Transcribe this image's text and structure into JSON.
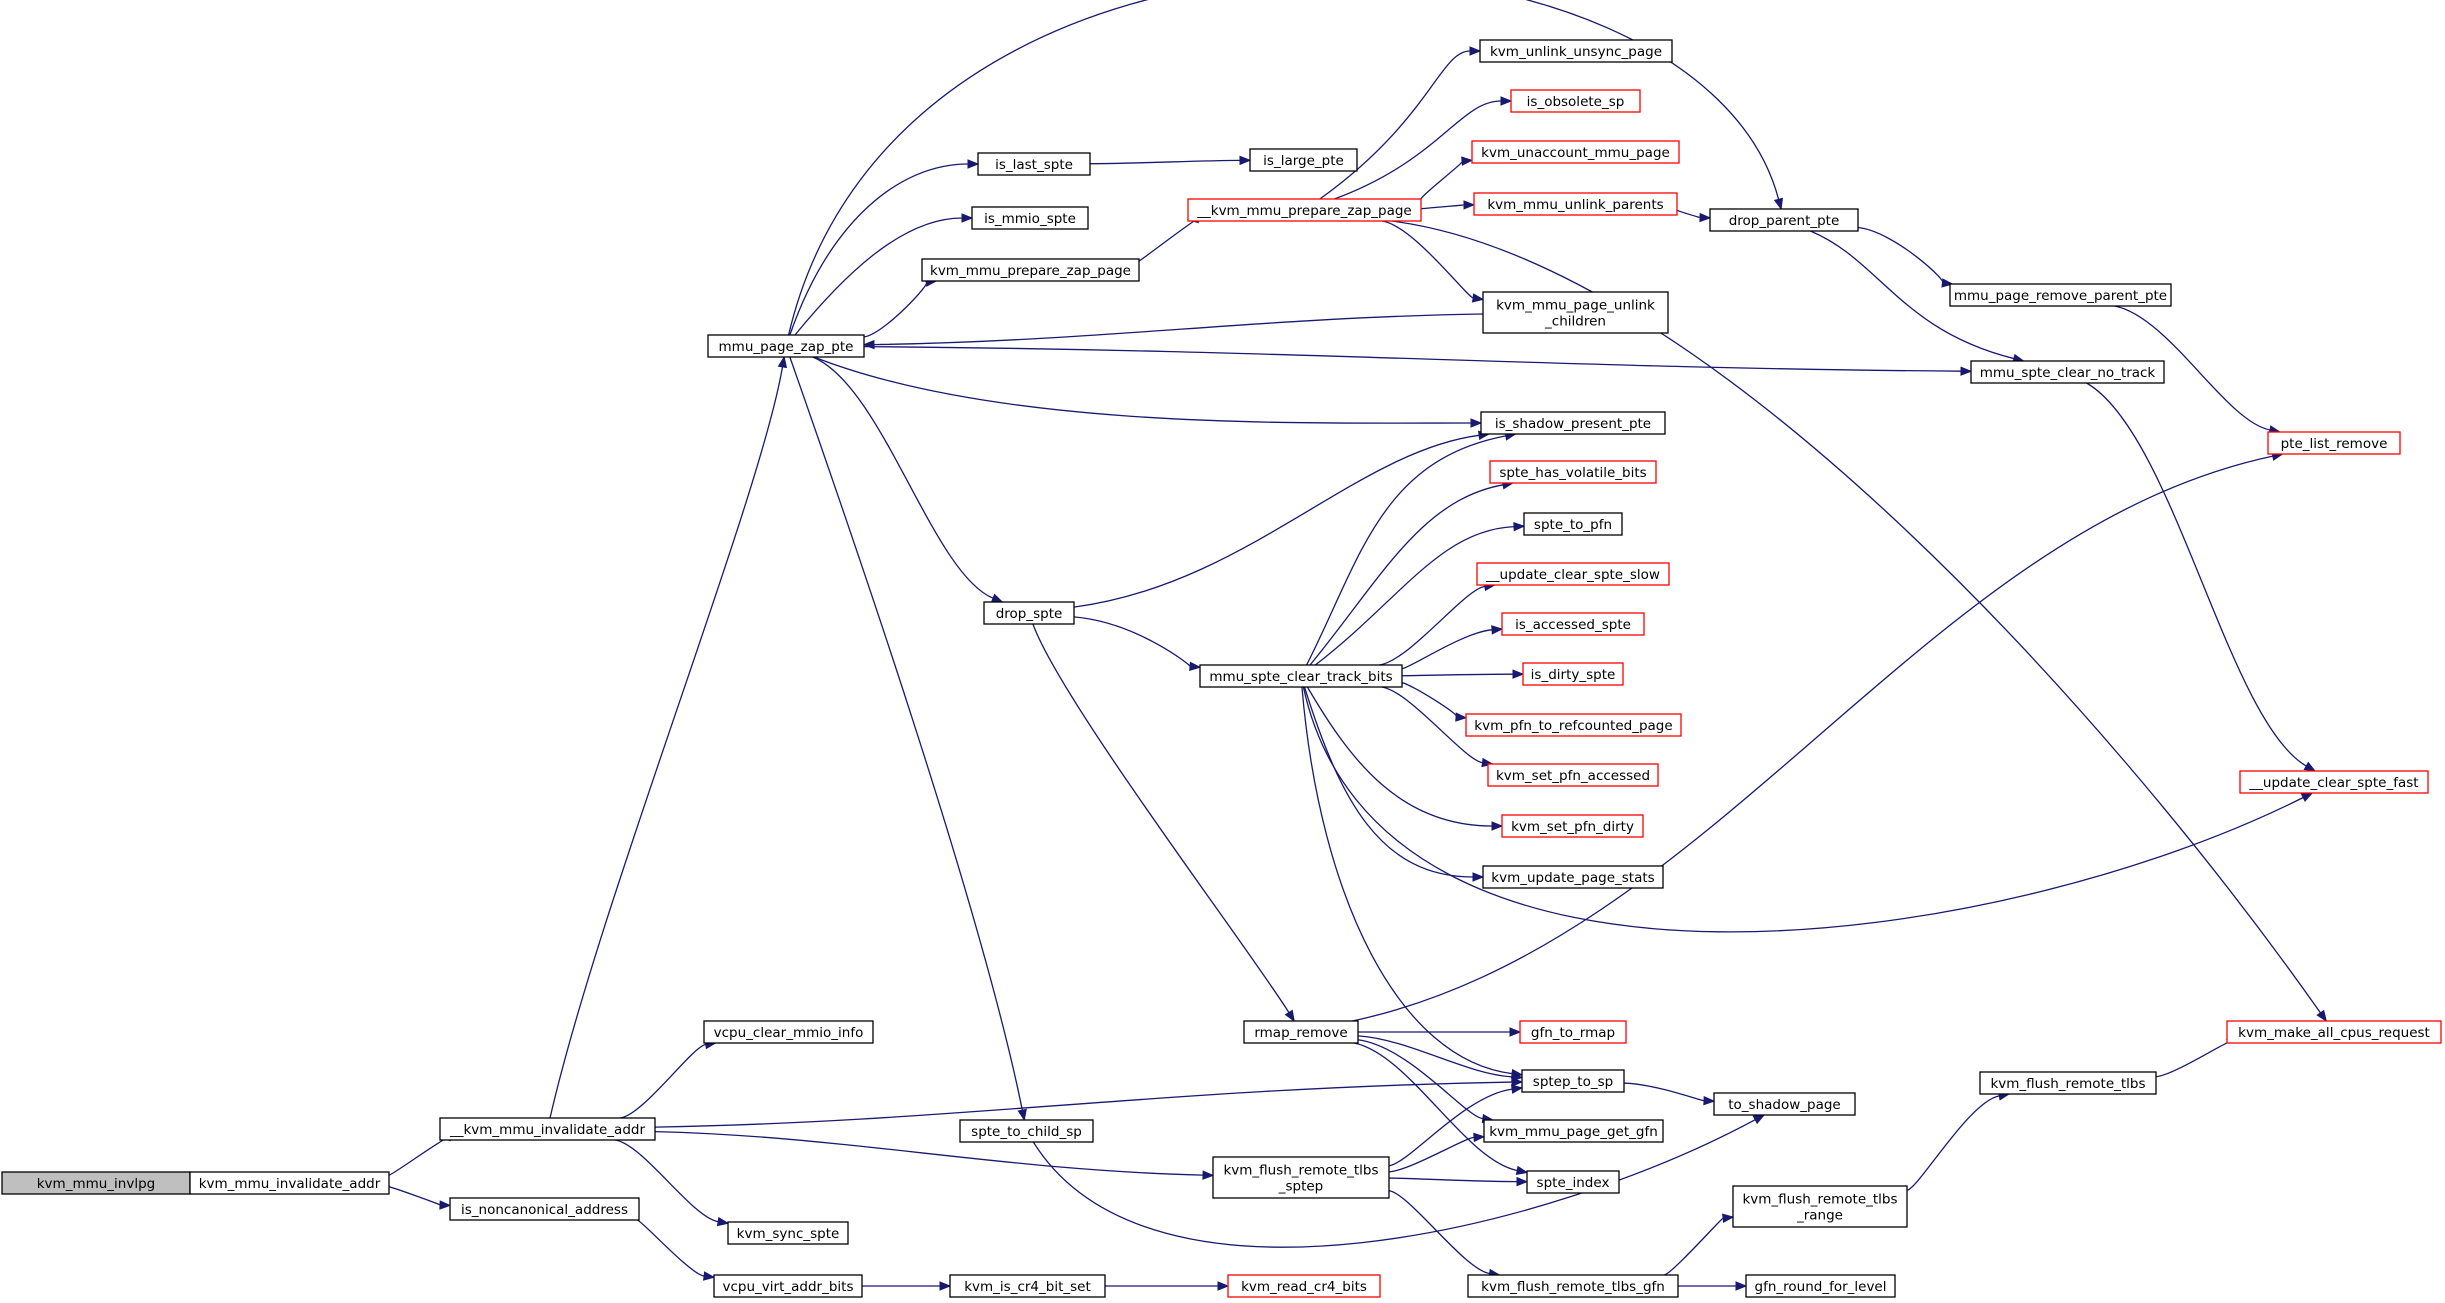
{
  "nodes": [
    {
      "id": "kvm_mmu_invlpg",
      "lines": [
        "kvm_mmu_invlpg"
      ],
      "style": "root"
    },
    {
      "id": "kvm_mmu_invalidate_addr",
      "lines": [
        "kvm_mmu_invalidate_addr"
      ],
      "style": "black"
    },
    {
      "id": "__kvm_mmu_invalidate_addr",
      "lines": [
        "__kvm_mmu_invalidate_addr"
      ],
      "style": "black"
    },
    {
      "id": "is_noncanonical_address",
      "lines": [
        "is_noncanonical_address"
      ],
      "style": "black"
    },
    {
      "id": "vcpu_virt_addr_bits",
      "lines": [
        "vcpu_virt_addr_bits"
      ],
      "style": "black"
    },
    {
      "id": "kvm_is_cr4_bit_set",
      "lines": [
        "kvm_is_cr4_bit_set"
      ],
      "style": "black"
    },
    {
      "id": "kvm_read_cr4_bits",
      "lines": [
        "kvm_read_cr4_bits"
      ],
      "style": "red"
    },
    {
      "id": "vcpu_clear_mmio_info",
      "lines": [
        "vcpu_clear_mmio_info"
      ],
      "style": "black"
    },
    {
      "id": "kvm_sync_spte",
      "lines": [
        "kvm_sync_spte"
      ],
      "style": "black"
    },
    {
      "id": "mmu_page_zap_pte",
      "lines": [
        "mmu_page_zap_pte"
      ],
      "style": "black"
    },
    {
      "id": "is_last_spte",
      "lines": [
        "is_last_spte"
      ],
      "style": "black"
    },
    {
      "id": "is_large_pte",
      "lines": [
        "is_large_pte"
      ],
      "style": "black"
    },
    {
      "id": "is_mmio_spte",
      "lines": [
        "is_mmio_spte"
      ],
      "style": "black"
    },
    {
      "id": "kvm_mmu_prepare_zap_page",
      "lines": [
        "kvm_mmu_prepare_zap_page"
      ],
      "style": "black"
    },
    {
      "id": "__kvm_mmu_prepare_zap_page",
      "lines": [
        "__kvm_mmu_prepare_zap_page"
      ],
      "style": "red"
    },
    {
      "id": "kvm_unlink_unsync_page",
      "lines": [
        "kvm_unlink_unsync_page"
      ],
      "style": "black"
    },
    {
      "id": "is_obsolete_sp",
      "lines": [
        "is_obsolete_sp"
      ],
      "style": "red"
    },
    {
      "id": "kvm_unaccount_mmu_page",
      "lines": [
        "kvm_unaccount_mmu_page"
      ],
      "style": "red"
    },
    {
      "id": "kvm_mmu_unlink_parents",
      "lines": [
        "kvm_mmu_unlink_parents"
      ],
      "style": "red"
    },
    {
      "id": "kvm_mmu_page_unlink_children",
      "lines": [
        "kvm_mmu_page_unlink",
        "_children"
      ],
      "style": "black"
    },
    {
      "id": "drop_parent_pte",
      "lines": [
        "drop_parent_pte"
      ],
      "style": "black"
    },
    {
      "id": "mmu_page_remove_parent_pte",
      "lines": [
        "mmu_page_remove_parent_pte"
      ],
      "style": "black"
    },
    {
      "id": "mmu_spte_clear_no_track",
      "lines": [
        "mmu_spte_clear_no_track"
      ],
      "style": "black"
    },
    {
      "id": "pte_list_remove",
      "lines": [
        "pte_list_remove"
      ],
      "style": "red"
    },
    {
      "id": "__update_clear_spte_fast",
      "lines": [
        "__update_clear_spte_fast"
      ],
      "style": "red"
    },
    {
      "id": "kvm_make_all_cpus_request",
      "lines": [
        "kvm_make_all_cpus_request"
      ],
      "style": "red"
    },
    {
      "id": "is_shadow_present_pte",
      "lines": [
        "is_shadow_present_pte"
      ],
      "style": "black"
    },
    {
      "id": "spte_has_volatile_bits",
      "lines": [
        "spte_has_volatile_bits"
      ],
      "style": "red"
    },
    {
      "id": "spte_to_pfn",
      "lines": [
        "spte_to_pfn"
      ],
      "style": "black"
    },
    {
      "id": "__update_clear_spte_slow",
      "lines": [
        "__update_clear_spte_slow"
      ],
      "style": "red"
    },
    {
      "id": "is_accessed_spte",
      "lines": [
        "is_accessed_spte"
      ],
      "style": "red"
    },
    {
      "id": "is_dirty_spte",
      "lines": [
        "is_dirty_spte"
      ],
      "style": "red"
    },
    {
      "id": "kvm_pfn_to_refcounted_page",
      "lines": [
        "kvm_pfn_to_refcounted_page"
      ],
      "style": "red"
    },
    {
      "id": "kvm_set_pfn_accessed",
      "lines": [
        "kvm_set_pfn_accessed"
      ],
      "style": "red"
    },
    {
      "id": "kvm_set_pfn_dirty",
      "lines": [
        "kvm_set_pfn_dirty"
      ],
      "style": "red"
    },
    {
      "id": "kvm_update_page_stats",
      "lines": [
        "kvm_update_page_stats"
      ],
      "style": "black"
    },
    {
      "id": "drop_spte",
      "lines": [
        "drop_spte"
      ],
      "style": "black"
    },
    {
      "id": "mmu_spte_clear_track_bits",
      "lines": [
        "mmu_spte_clear_track_bits"
      ],
      "style": "black"
    },
    {
      "id": "rmap_remove",
      "lines": [
        "rmap_remove"
      ],
      "style": "black"
    },
    {
      "id": "gfn_to_rmap",
      "lines": [
        "gfn_to_rmap"
      ],
      "style": "red"
    },
    {
      "id": "sptep_to_sp",
      "lines": [
        "sptep_to_sp"
      ],
      "style": "black"
    },
    {
      "id": "to_shadow_page",
      "lines": [
        "to_shadow_page"
      ],
      "style": "black"
    },
    {
      "id": "kvm_mmu_page_get_gfn",
      "lines": [
        "kvm_mmu_page_get_gfn"
      ],
      "style": "black"
    },
    {
      "id": "spte_index",
      "lines": [
        "spte_index"
      ],
      "style": "black"
    },
    {
      "id": "spte_to_child_sp",
      "lines": [
        "spte_to_child_sp"
      ],
      "style": "black"
    },
    {
      "id": "kvm_flush_remote_tlbs_sptep",
      "lines": [
        "kvm_flush_remote_tlbs",
        "_sptep"
      ],
      "style": "black"
    },
    {
      "id": "kvm_flush_remote_tlbs_gfn",
      "lines": [
        "kvm_flush_remote_tlbs_gfn"
      ],
      "style": "black"
    },
    {
      "id": "kvm_flush_remote_tlbs_range",
      "lines": [
        "kvm_flush_remote_tlbs",
        "_range"
      ],
      "style": "black"
    },
    {
      "id": "gfn_round_for_level",
      "lines": [
        "gfn_round_for_level"
      ],
      "style": "black"
    },
    {
      "id": "kvm_flush_remote_tlbs",
      "lines": [
        "kvm_flush_remote_tlbs"
      ],
      "style": "black"
    }
  ],
  "edges": [
    [
      "kvm_mmu_invlpg",
      "kvm_mmu_invalidate_addr"
    ],
    [
      "kvm_mmu_invalidate_addr",
      "__kvm_mmu_invalidate_addr"
    ],
    [
      "kvm_mmu_invalidate_addr",
      "is_noncanonical_address"
    ],
    [
      "__kvm_mmu_invalidate_addr",
      "mmu_page_zap_pte"
    ],
    [
      "__kvm_mmu_invalidate_addr",
      "vcpu_clear_mmio_info"
    ],
    [
      "__kvm_mmu_invalidate_addr",
      "sptep_to_sp"
    ],
    [
      "__kvm_mmu_invalidate_addr",
      "kvm_flush_remote_tlbs_sptep"
    ],
    [
      "__kvm_mmu_invalidate_addr",
      "kvm_sync_spte"
    ],
    [
      "is_noncanonical_address",
      "vcpu_virt_addr_bits"
    ],
    [
      "vcpu_virt_addr_bits",
      "kvm_is_cr4_bit_set"
    ],
    [
      "kvm_is_cr4_bit_set",
      "kvm_read_cr4_bits"
    ],
    [
      "mmu_page_zap_pte",
      "drop_parent_pte"
    ],
    [
      "mmu_page_zap_pte",
      "is_last_spte"
    ],
    [
      "mmu_page_zap_pte",
      "is_mmio_spte"
    ],
    [
      "mmu_page_zap_pte",
      "kvm_mmu_prepare_zap_page"
    ],
    [
      "mmu_page_zap_pte",
      "mmu_spte_clear_no_track"
    ],
    [
      "mmu_page_zap_pte",
      "is_shadow_present_pte"
    ],
    [
      "mmu_page_zap_pte",
      "drop_spte"
    ],
    [
      "mmu_page_zap_pte",
      "spte_to_child_sp"
    ],
    [
      "is_last_spte",
      "is_large_pte"
    ],
    [
      "kvm_mmu_prepare_zap_page",
      "__kvm_mmu_prepare_zap_page"
    ],
    [
      "__kvm_mmu_prepare_zap_page",
      "kvm_unlink_unsync_page"
    ],
    [
      "__kvm_mmu_prepare_zap_page",
      "is_obsolete_sp"
    ],
    [
      "__kvm_mmu_prepare_zap_page",
      "kvm_unaccount_mmu_page"
    ],
    [
      "__kvm_mmu_prepare_zap_page",
      "kvm_mmu_unlink_parents"
    ],
    [
      "__kvm_mmu_prepare_zap_page",
      "kvm_mmu_page_unlink_children"
    ],
    [
      "__kvm_mmu_prepare_zap_page",
      "kvm_make_all_cpus_request"
    ],
    [
      "kvm_mmu_unlink_parents",
      "drop_parent_pte"
    ],
    [
      "kvm_mmu_page_unlink_children",
      "mmu_page_zap_pte"
    ],
    [
      "drop_parent_pte",
      "mmu_page_remove_parent_pte"
    ],
    [
      "drop_parent_pte",
      "mmu_spte_clear_no_track"
    ],
    [
      "mmu_page_remove_parent_pte",
      "pte_list_remove"
    ],
    [
      "mmu_spte_clear_no_track",
      "__update_clear_spte_fast"
    ],
    [
      "drop_spte",
      "is_shadow_present_pte"
    ],
    [
      "drop_spte",
      "mmu_spte_clear_track_bits"
    ],
    [
      "drop_spte",
      "rmap_remove"
    ],
    [
      "mmu_spte_clear_track_bits",
      "is_shadow_present_pte"
    ],
    [
      "mmu_spte_clear_track_bits",
      "spte_has_volatile_bits"
    ],
    [
      "mmu_spte_clear_track_bits",
      "spte_to_pfn"
    ],
    [
      "mmu_spte_clear_track_bits",
      "__update_clear_spte_slow"
    ],
    [
      "mmu_spte_clear_track_bits",
      "is_accessed_spte"
    ],
    [
      "mmu_spte_clear_track_bits",
      "is_dirty_spte"
    ],
    [
      "mmu_spte_clear_track_bits",
      "kvm_pfn_to_refcounted_page"
    ],
    [
      "mmu_spte_clear_track_bits",
      "kvm_set_pfn_accessed"
    ],
    [
      "mmu_spte_clear_track_bits",
      "kvm_set_pfn_dirty"
    ],
    [
      "mmu_spte_clear_track_bits",
      "kvm_update_page_stats"
    ],
    [
      "mmu_spte_clear_track_bits",
      "__update_clear_spte_fast"
    ],
    [
      "mmu_spte_clear_track_bits",
      "sptep_to_sp"
    ],
    [
      "rmap_remove",
      "pte_list_remove"
    ],
    [
      "rmap_remove",
      "gfn_to_rmap"
    ],
    [
      "rmap_remove",
      "sptep_to_sp"
    ],
    [
      "rmap_remove",
      "kvm_mmu_page_get_gfn"
    ],
    [
      "rmap_remove",
      "spte_index"
    ],
    [
      "sptep_to_sp",
      "to_shadow_page"
    ],
    [
      "spte_to_child_sp",
      "to_shadow_page"
    ],
    [
      "kvm_flush_remote_tlbs_sptep",
      "sptep_to_sp"
    ],
    [
      "kvm_flush_remote_tlbs_sptep",
      "kvm_mmu_page_get_gfn"
    ],
    [
      "kvm_flush_remote_tlbs_sptep",
      "spte_index"
    ],
    [
      "kvm_flush_remote_tlbs_sptep",
      "kvm_flush_remote_tlbs_gfn"
    ],
    [
      "kvm_flush_remote_tlbs_gfn",
      "kvm_flush_remote_tlbs_range"
    ],
    [
      "kvm_flush_remote_tlbs_gfn",
      "gfn_round_for_level"
    ],
    [
      "kvm_flush_remote_tlbs_range",
      "kvm_flush_remote_tlbs"
    ],
    [
      "kvm_flush_remote_tlbs",
      "kvm_make_all_cpus_request"
    ]
  ]
}
